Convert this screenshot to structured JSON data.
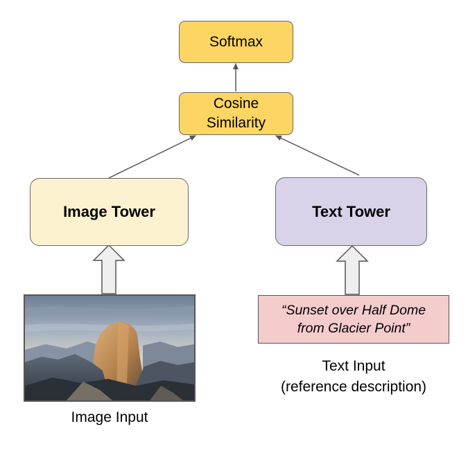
{
  "colors": {
    "yellow_node": "#fcd562",
    "image_tower": "#fdf2d0",
    "text_tower": "#d9d2e9",
    "text_input_box": "#f4cccc",
    "arrow": "#555555",
    "hollow_arrow_fill": "#efefef"
  },
  "nodes": {
    "softmax": "Softmax",
    "cosine_similarity_line1": "Cosine",
    "cosine_similarity_line2": "Similarity",
    "image_tower": "Image Tower",
    "text_tower": "Text Tower"
  },
  "text_input": {
    "line1": "“Sunset over Half Dome",
    "line2": "from Glacier Point”",
    "caption_line1": "Text Input",
    "caption_line2": "(reference description)"
  },
  "image_input": {
    "caption": "Image Input",
    "photo_subject": "mountain-landscape"
  }
}
